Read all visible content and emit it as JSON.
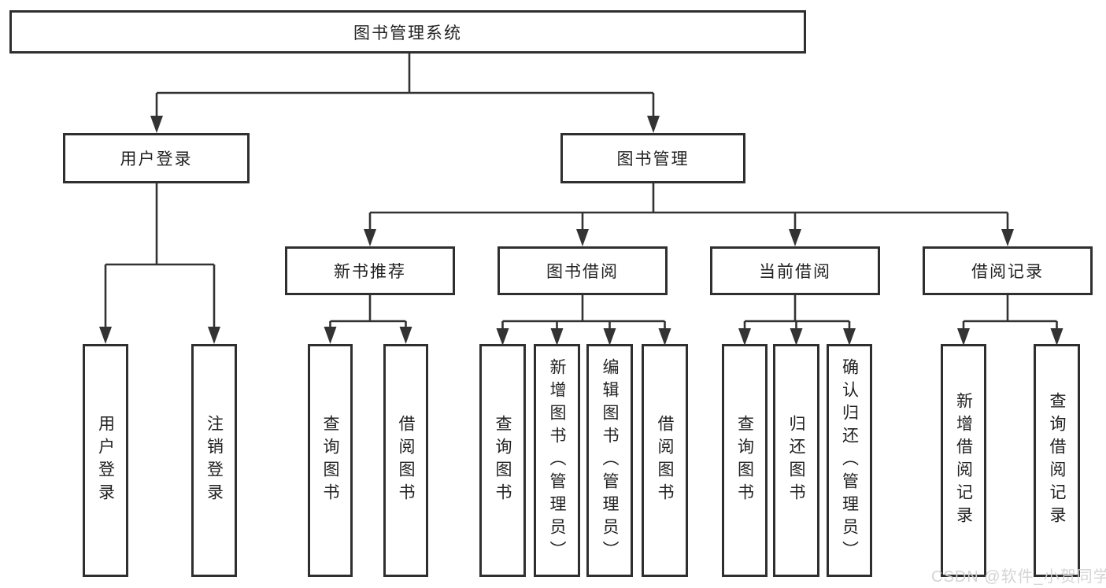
{
  "palette": {
    "background": "#ffffff",
    "line": "#333333",
    "box_border": "#2f2f2f",
    "box_background": "#ffffff",
    "text": "#222222",
    "watermark": "#d2d2d2"
  },
  "diagram": {
    "root": {
      "label": "图书管理系统"
    },
    "level2": [
      {
        "label": "用户登录"
      },
      {
        "label": "图书管理"
      }
    ],
    "level3": [
      {
        "label": "新书推荐"
      },
      {
        "label": "图书借阅"
      },
      {
        "label": "当前借阅"
      },
      {
        "label": "借阅记录"
      }
    ],
    "leaves": {
      "user_login": [
        {
          "label": "用户登录"
        },
        {
          "label": "注销登录"
        }
      ],
      "new_book": [
        {
          "label": "查询图书"
        },
        {
          "label": "借阅图书"
        }
      ],
      "book_borrow": [
        {
          "label": "查询图书"
        },
        {
          "label": "新增图书（管理员）"
        },
        {
          "label": "编辑图书（管理员）"
        },
        {
          "label": "借阅图书"
        }
      ],
      "current_borrow": [
        {
          "label": "查询图书"
        },
        {
          "label": "归还图书"
        },
        {
          "label": "确认归还（管理员）"
        }
      ],
      "borrow_records": [
        {
          "label": "新增借阅记录"
        },
        {
          "label": "查询借阅记录"
        }
      ]
    }
  },
  "watermark": {
    "text": "CSDN @软件_小贺同学"
  }
}
